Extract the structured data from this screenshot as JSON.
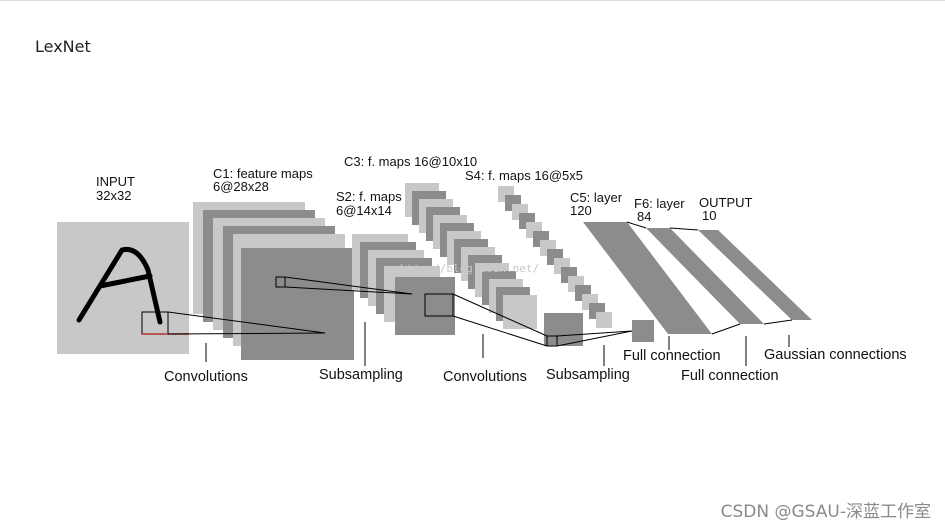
{
  "page": {
    "title": "LexNet"
  },
  "diagram": {
    "layers": [
      {
        "id": "input",
        "name": "INPUT",
        "size": "32x32"
      },
      {
        "id": "c1",
        "name": "C1: feature maps",
        "size": "6@28x28"
      },
      {
        "id": "s2",
        "name": "S2: f. maps",
        "size": "6@14x14"
      },
      {
        "id": "c3",
        "name": "C3: f. maps 16@10x10",
        "size": ""
      },
      {
        "id": "s4",
        "name": "S4: f. maps 16@5x5",
        "size": ""
      },
      {
        "id": "c5",
        "name": "C5: layer",
        "size": "120"
      },
      {
        "id": "f6",
        "name": "F6: layer",
        "size": "84"
      },
      {
        "id": "output",
        "name": "OUTPUT",
        "size": "10"
      }
    ],
    "operations": {
      "conv1": "Convolutions",
      "sub1": "Subsampling",
      "conv2": "Convolutions",
      "sub2": "Subsampling",
      "full1": "Full connection",
      "full2": "Full connection",
      "gauss": "Gaussian connections"
    },
    "watermark": "http://blog.csdn.net/"
  },
  "credit": "CSDN @GSAU-深蓝工作室",
  "colors": {
    "map_dark": "#8c8c8c",
    "map_light": "#c8c8c8",
    "input_bg": "#c8c8c8",
    "stroke": "#000000",
    "accent_line": "#b03030"
  }
}
